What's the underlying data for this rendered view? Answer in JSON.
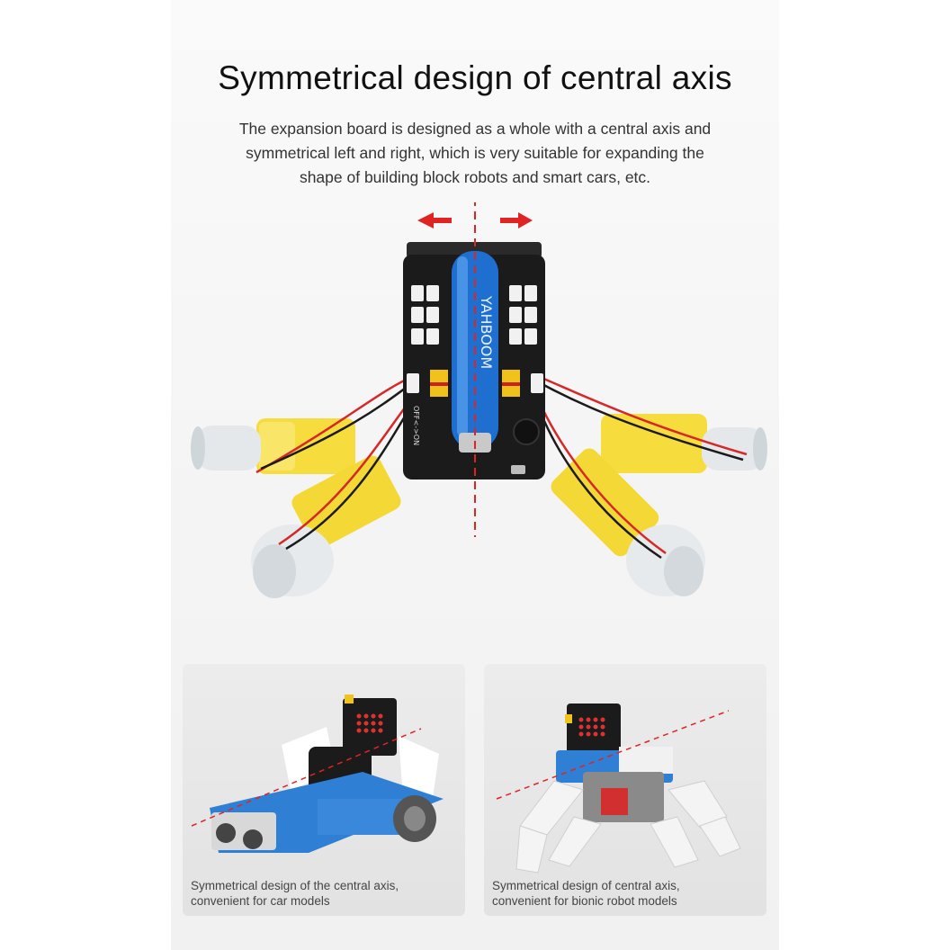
{
  "title": "Symmetrical design of central axis",
  "description": {
    "line1": "The expansion board is designed as a whole with a central axis and",
    "line2": "symmetrical left and right, which is very suitable for expanding the",
    "line3": "shape of building block robots and smart cars, etc."
  },
  "board": {
    "battery_brand": "YAHBOOM",
    "switch_label": "OFF<->ON"
  },
  "cards": [
    {
      "caption_line1": "Symmetrical design of the central axis,",
      "caption_line2": "convenient for car models"
    },
    {
      "caption_line1": "Symmetrical design of central axis,",
      "caption_line2": "convenient for bionic robot models"
    }
  ],
  "colors": {
    "axis_line": "#e02424",
    "battery": "#1f6fd1",
    "motor": "#f6dc3c",
    "board": "#1b1b1b",
    "block_blue": "#2f7fd4"
  },
  "icons": [
    "arrow-left-icon",
    "arrow-right-icon"
  ]
}
